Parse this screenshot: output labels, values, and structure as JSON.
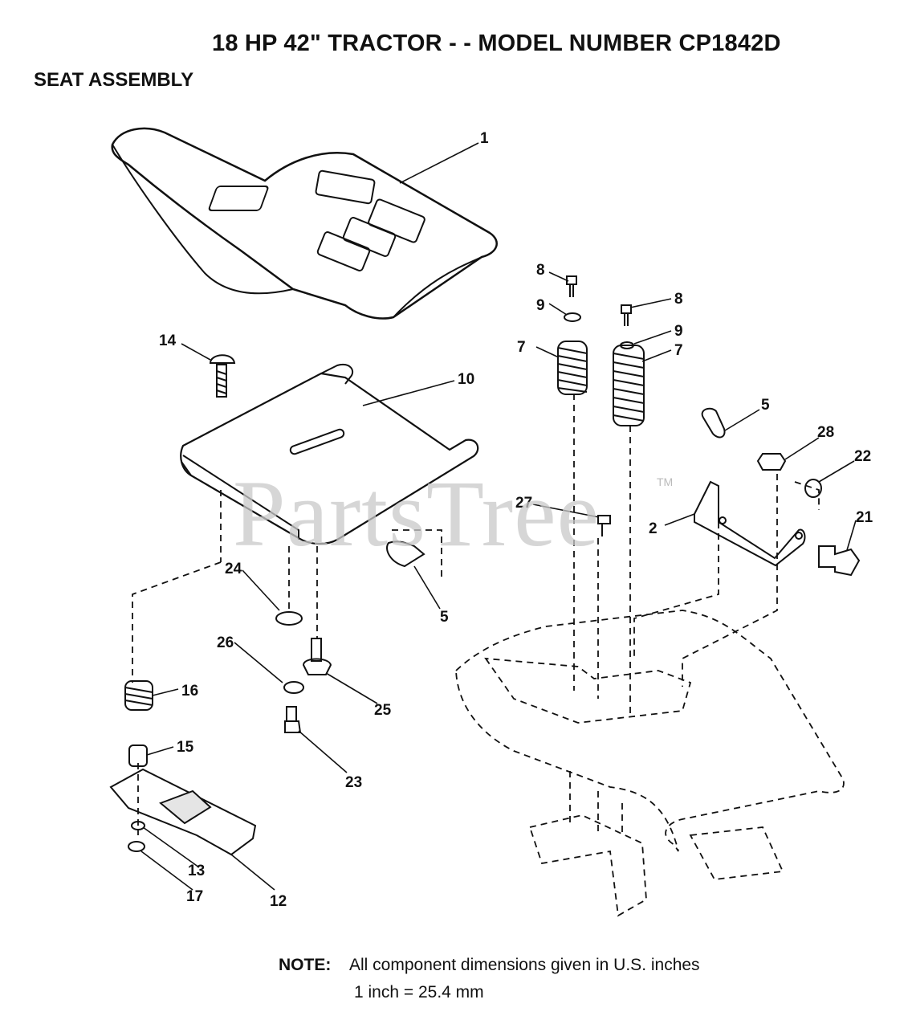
{
  "header": {
    "title": "18 HP 42\" TRACTOR - - MODEL NUMBER CP1842D",
    "subtitle": "SEAT ASSEMBLY"
  },
  "watermark": {
    "text": "PartsTree",
    "tm": "TM"
  },
  "callouts": [
    "1",
    "8",
    "9",
    "8",
    "9",
    "7",
    "7",
    "14",
    "10",
    "5",
    "28",
    "22",
    "27",
    "2",
    "21",
    "5",
    "24",
    "26",
    "25",
    "16",
    "15",
    "23",
    "13",
    "17",
    "12"
  ],
  "note": {
    "label": "NOTE:",
    "line1": "All component dimensions given in U.S. inches",
    "line2": "1 inch = 25.4 mm"
  }
}
